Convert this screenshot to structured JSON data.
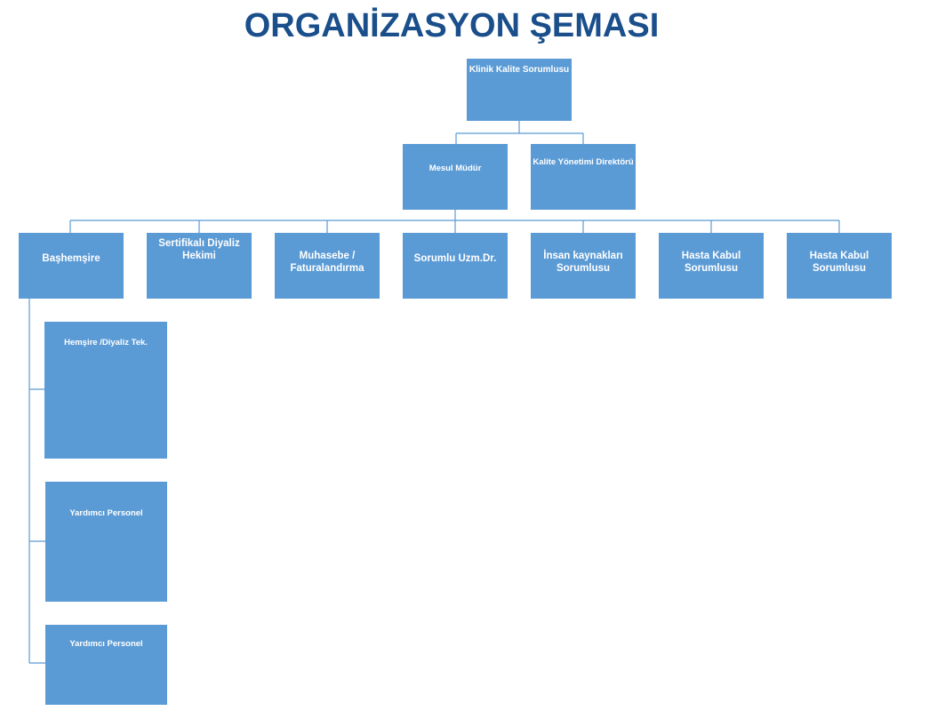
{
  "title": "ORGANİZASYON ŞEMASI",
  "nodes": {
    "klinik_kalite": "Klinik Kalite Sorumlusu",
    "mesul_mudur": "Mesul Müdür",
    "kalite_yonetimi": "Kalite Yönetimi Direktörü",
    "bashemsire": "Başhemşire",
    "sertifikali_hekim": "Sertifikalı Diyaliz Hekimi",
    "muhasebe": "Muhasebe / Faturalandırma",
    "sorumlu_uzm": "Sorumlu Uzm.Dr.",
    "insan_kaynaklari": "İnsan kaynakları Sorumlusu",
    "hasta_kabul_1": "Hasta Kabul Sorumlusu",
    "hasta_kabul_2": "Hasta Kabul Sorumlusu",
    "hemsire_diyaliz": "Hemşire /Diyaliz Tek.",
    "yardimci_1": "Yardımcı Personel",
    "yardimci_2": "Yardımcı Personel"
  },
  "colors": {
    "title": "#1a4f8b",
    "box_fill": "#5b9bd5",
    "box_text": "#ffffff",
    "connector": "#5b9bd5"
  }
}
